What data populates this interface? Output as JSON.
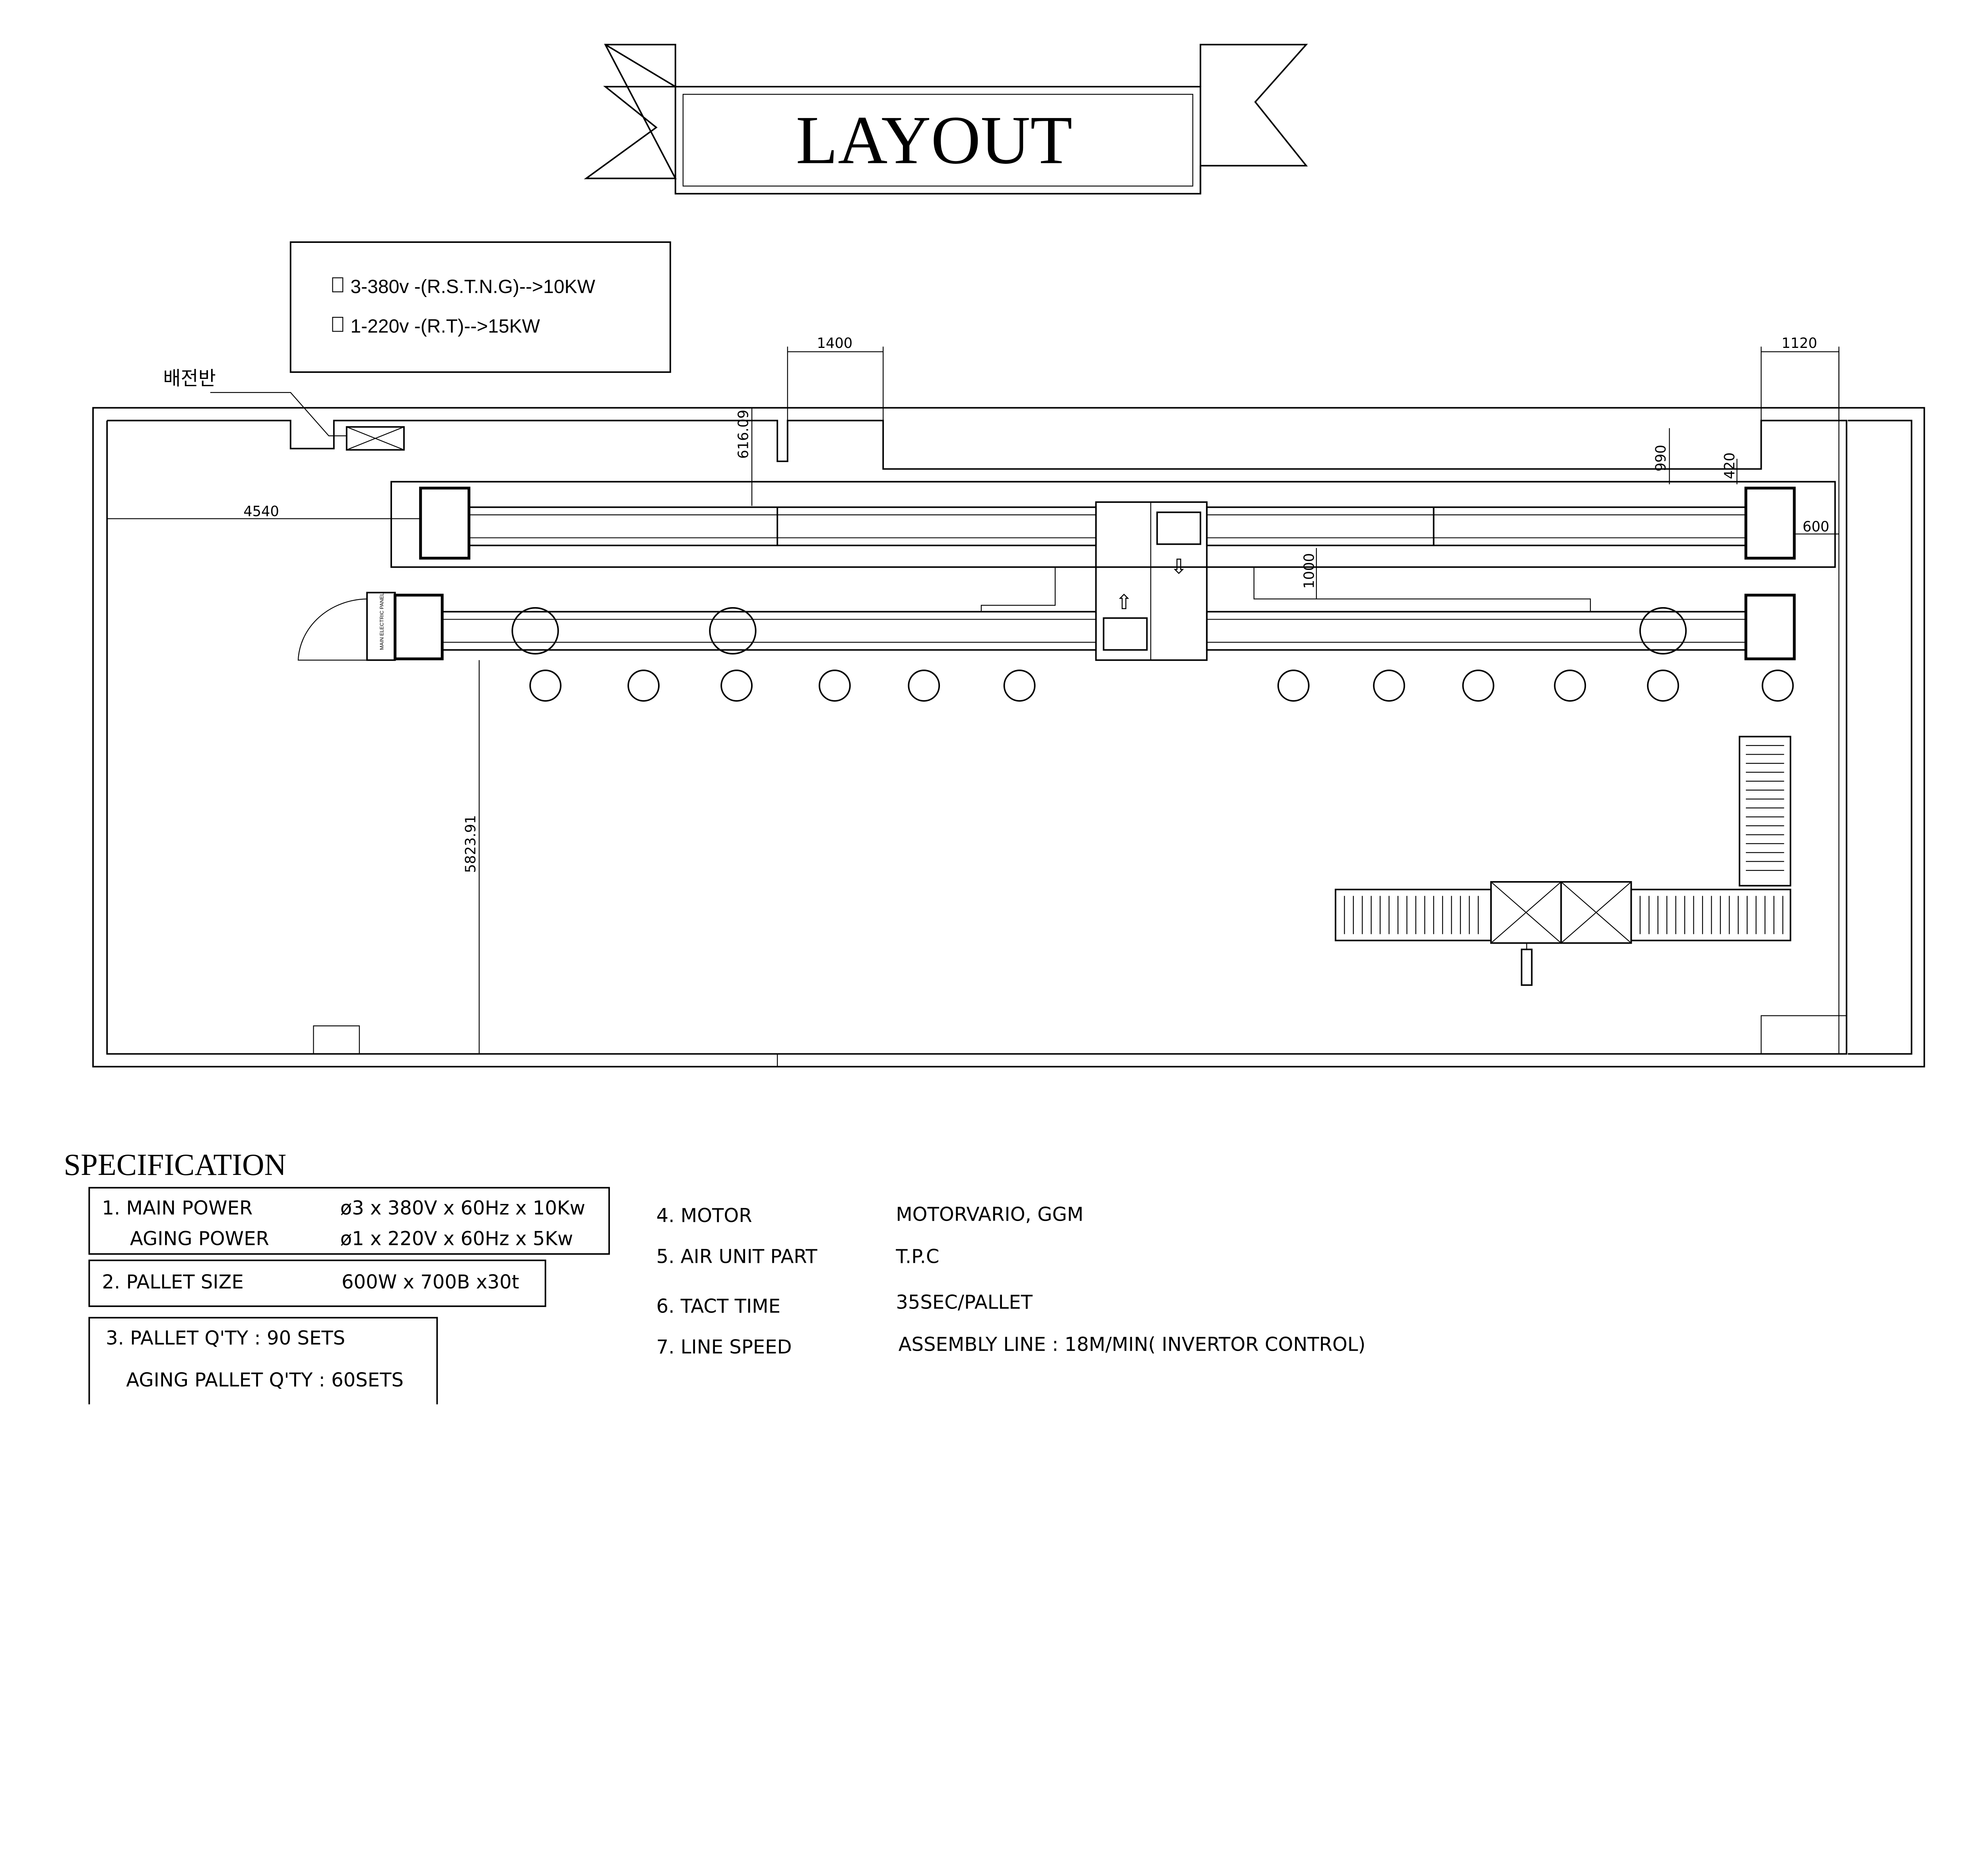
{
  "title": "LAYOUT",
  "power_note": {
    "lines": [
      "3-380v -(R.S.T.N.G)-->10KW",
      "1-220v -(R.T)-->15KW"
    ]
  },
  "panel_label": "배전반",
  "main_panel_text": "MAIN ELECTRIC PANEL",
  "dimensions": {
    "d1400": "1400",
    "d1120": "1120",
    "d616": "616.09",
    "d990": "990",
    "d420": "420",
    "d4540": "4540",
    "d600": "600",
    "d1000": "1000",
    "d5823": "5823.91"
  },
  "specification": {
    "heading": "SPECIFICATION",
    "main_power_label": "1. MAIN POWER",
    "main_power_value": "ø3 x 380V x 60Hz x 10Kw",
    "aging_power_label": "AGING POWER",
    "aging_power_value": "ø1 x 220V x 60Hz x 5Kw",
    "pallet_size_label": "2. PALLET SIZE",
    "pallet_size_value": "600W x 700B x30t",
    "pallet_qty": "3. PALLET Q'TY : 90 SETS",
    "aging_pallet_qty": "AGING PALLET Q'TY : 60SETS",
    "motor_label": "4. MOTOR",
    "motor_value": "MOTORVARIO, GGM",
    "air_label": "5. AIR UNIT PART",
    "air_value": "T.P.C",
    "tact_label": "6. TACT TIME",
    "tact_value": "35SEC/PALLET",
    "speed_label": "7. LINE SPEED",
    "speed_value": "ASSEMBLY LINE : 18M/MIN( INVERTOR CONTROL)"
  }
}
